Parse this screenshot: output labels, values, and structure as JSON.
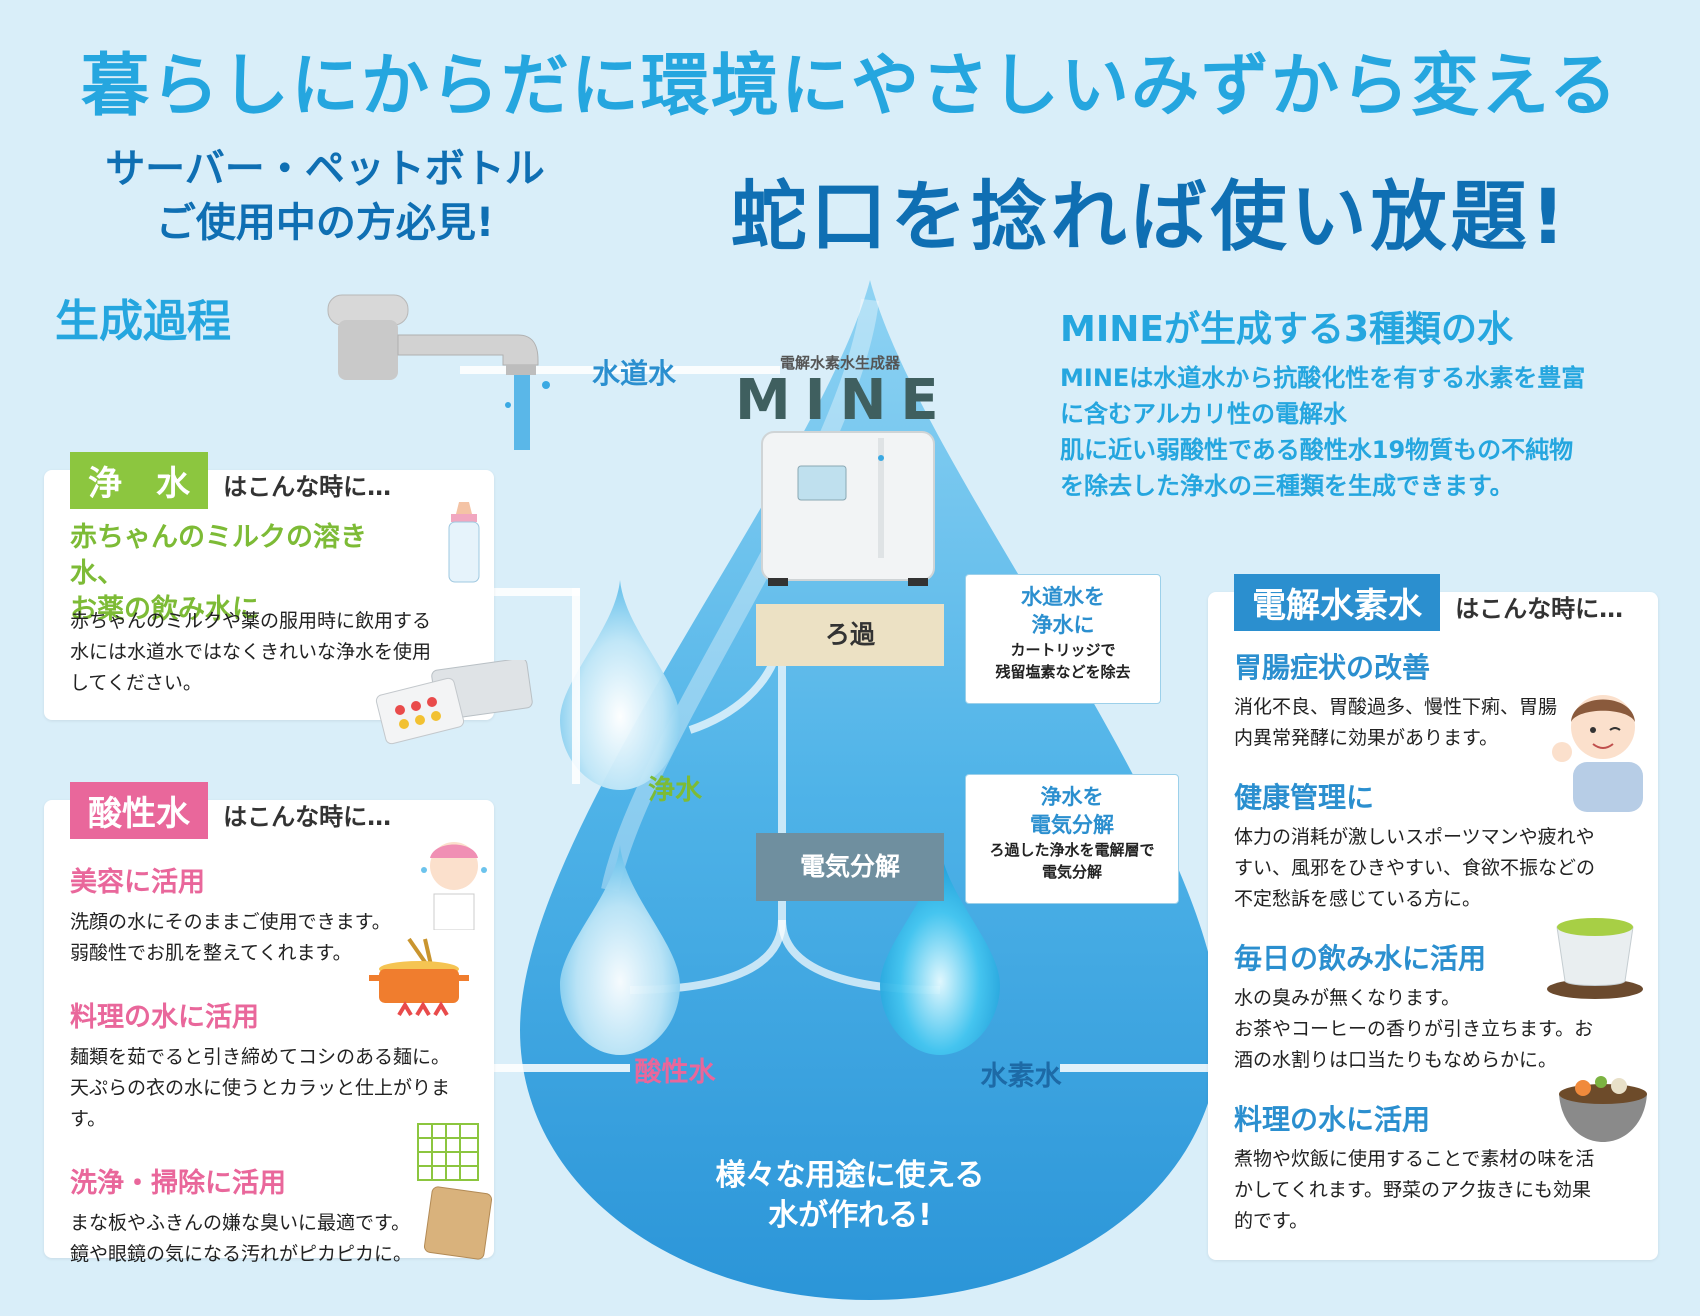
{
  "headline": "暮らしにからだに環境にやさしいみずから変える",
  "subhead_left": [
    "サーバー・ペットボトル",
    "ご使用中の方必見!"
  ],
  "subhead_right": "蛇口を捻れば使い放題!",
  "process_title": "生成過程",
  "tap_water_label": "水道水",
  "device": {
    "caption": "電解水素水生成器",
    "brand": "MINE"
  },
  "mine_info": {
    "title": "MINEが生成する3種類の水",
    "lines": [
      "MINEは水道水から抗酸化性を有する水素を豊富",
      "に含むアルカリ性の電解水",
      "肌に近い弱酸性である酸性水19物質もの不純物",
      "を除去した浄水の三種類を生成できます。"
    ]
  },
  "process": {
    "filter": "ろ過",
    "electrolysis": "電気分解",
    "filter_info": {
      "title_lines": [
        "水道水を",
        "浄水に"
      ],
      "sub_lines": [
        "カートリッジで",
        "残留塩素などを除去"
      ]
    },
    "electro_info": {
      "title_lines": [
        "浄水を",
        "電気分解"
      ],
      "sub_lines": [
        "ろ過した浄水を電解層で",
        "電気分解"
      ]
    }
  },
  "drops": {
    "pure": "浄水",
    "acid": "酸性水",
    "hydrogen": "水素水"
  },
  "drop_caption": [
    "様々な用途に使える",
    "水が作れる!"
  ],
  "pure_card": {
    "tag": "浄　水",
    "suffix": "はこんな時に…",
    "heading_lines": [
      "赤ちゃんのミルクの溶き水、",
      "お薬の飲み水に"
    ],
    "body_lines": [
      "赤ちゃんのミルクや薬の服用時に飲用する",
      "水には水道水ではなくきれいな浄水を使用",
      "してください。"
    ]
  },
  "acid_card": {
    "tag": "酸性水",
    "suffix": "はこんな時に…",
    "items": [
      {
        "heading": "美容に活用",
        "lines": [
          "洗顔の水にそのままご使用できます。",
          "弱酸性でお肌を整えてくれます。"
        ]
      },
      {
        "heading": "料理の水に活用",
        "lines": [
          "麺類を茹でると引き締めてコシのある麺に。",
          "天ぷらの衣の水に使うとカラッと仕上がります。"
        ]
      },
      {
        "heading": "洗浄・掃除に活用",
        "lines": [
          "まな板やふきんの嫌な臭いに最適です。",
          "鏡や眼鏡の気になる汚れがピカピカに。"
        ]
      }
    ]
  },
  "hydrogen_card": {
    "tag": "電解水素水",
    "suffix": "はこんな時に…",
    "items": [
      {
        "heading": "胃腸症状の改善",
        "lines": [
          "消化不良、胃酸過多、慢性下痢、胃腸",
          "内異常発酵に効果があります。"
        ]
      },
      {
        "heading": "健康管理に",
        "lines": [
          "体力の消耗が激しいスポーツマンや疲れや",
          "すい、風邪をひきやすい、食欲不振などの",
          "不定愁訴を感じている方に。"
        ]
      },
      {
        "heading": "毎日の飲み水に活用",
        "lines": [
          "水の臭みが無くなります。",
          "お茶やコーヒーの香りが引き立ちます。お",
          "酒の水割りは口当たりもなめらかに。"
        ]
      },
      {
        "heading": "料理の水に活用",
        "lines": [
          "煮物や炊飯に使用することで素材の味を活",
          "かしてくれます。野菜のアク抜きにも効果",
          "的です。"
        ]
      }
    ]
  },
  "colors": {
    "background": "#d9eef9",
    "headline_blue": "#25a6df",
    "dark_blue": "#0f6fb3",
    "green": "#8cc63f",
    "pink": "#e9679b",
    "blue_tag": "#2b8fcf"
  }
}
